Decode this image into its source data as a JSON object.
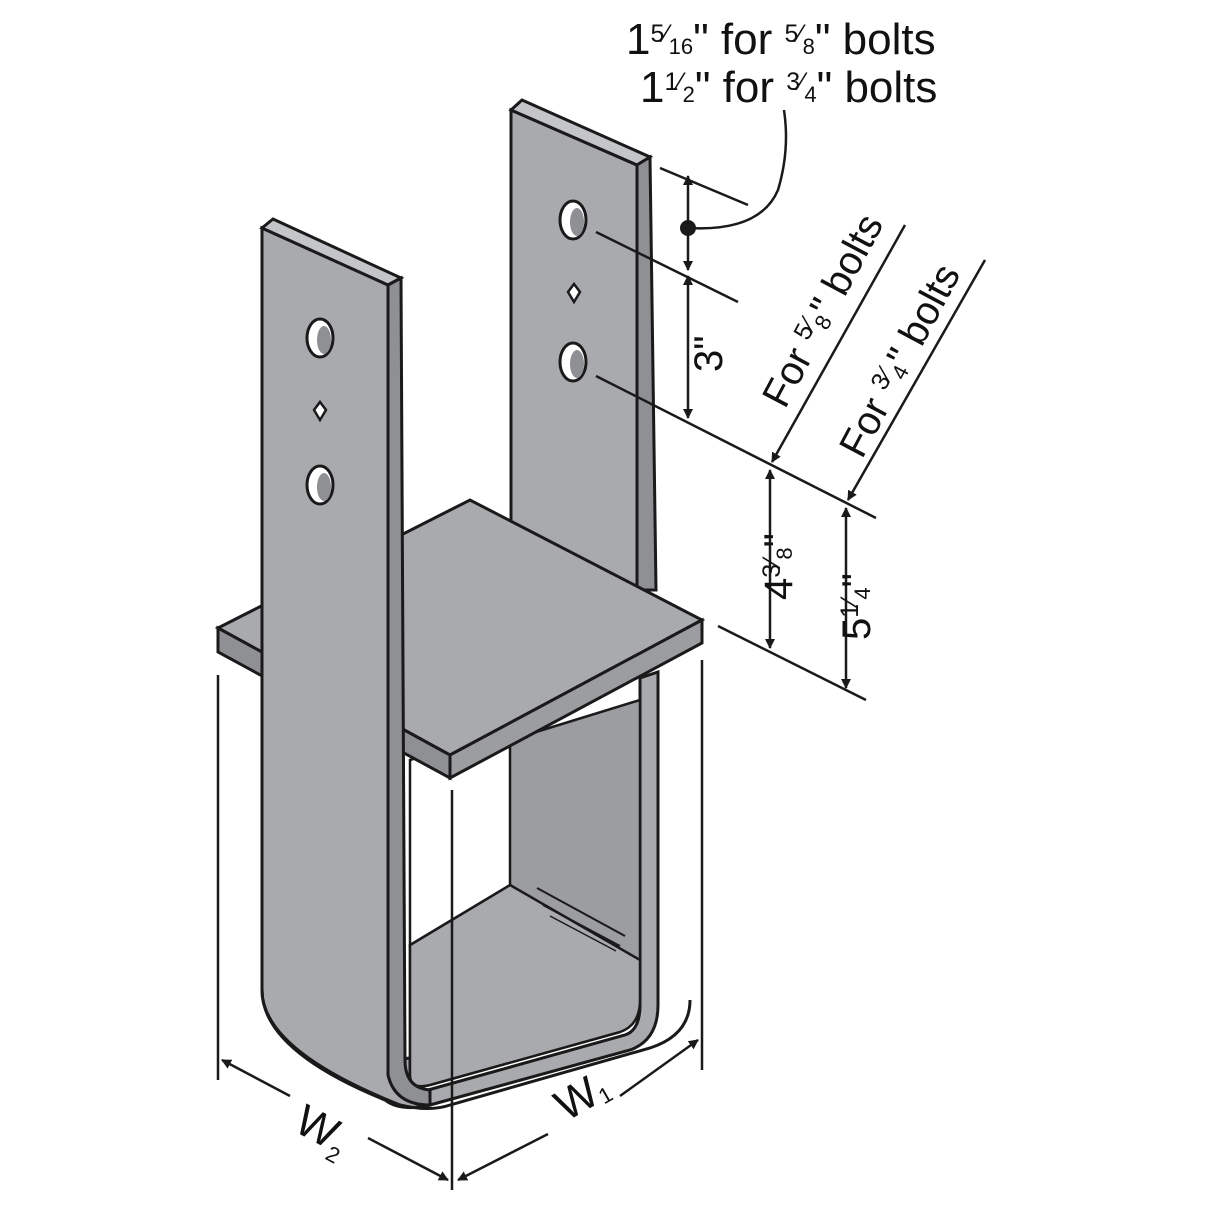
{
  "colors": {
    "metal": "#a9aaad",
    "metal_dark": "#8f9094",
    "metal_edge": "#c4c5c8",
    "line": "#1a1a1a",
    "background": "#ffffff"
  },
  "callout": {
    "line1": {
      "whole": "1",
      "frac_num": "5",
      "frac_den": "16",
      "rest": "\" for ",
      "bolt_num": "5",
      "bolt_den": "8",
      "tail": "\" bolts"
    },
    "line2": {
      "whole": "1",
      "frac_num": "1",
      "frac_den": "2",
      "rest": "\" for ",
      "bolt_num": "3",
      "bolt_den": "4",
      "tail": "\" bolts"
    }
  },
  "dimensions": {
    "hole_spacing": "3\"",
    "for_5_8": {
      "prefix": "For ",
      "num": "5",
      "den": "8",
      "tail": "\" bolts"
    },
    "for_3_4": {
      "prefix": "For ",
      "num": "3",
      "den": "4",
      "tail": "\" bolts"
    },
    "dim_5_8": {
      "whole": "4",
      "num": "3",
      "den": "8",
      "tail": "\""
    },
    "dim_3_4": {
      "whole": "5",
      "num": "1",
      "den": "4",
      "tail": "\""
    },
    "w1": {
      "main": "W",
      "sub": "1"
    },
    "w2": {
      "main": "W",
      "sub": "2"
    }
  }
}
